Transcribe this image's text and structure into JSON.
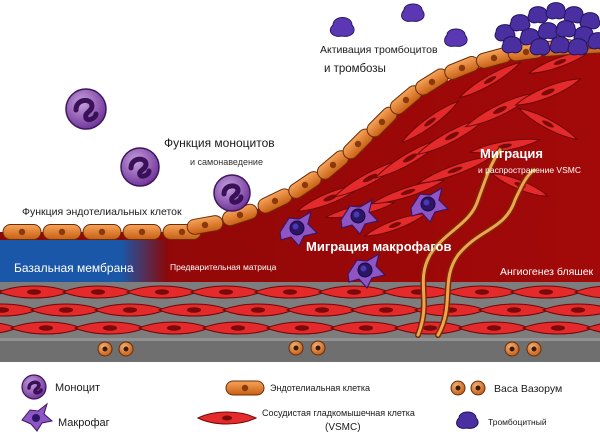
{
  "labels": {
    "platelet_activation_line1": "Активация тромбоцитов",
    "platelet_activation_line2": "и тромбозы",
    "monocyte_function_line1": "Функция моноцитов",
    "monocyte_function_line2": "и самонаведение",
    "endothelial_function": "Функция эндотелиальных клеток",
    "basal_membrane": "Базальная мембрана",
    "provisional_matrix": "Предварительная матрица",
    "macrophage_migration": "Миграция макрофагов",
    "migration_title": "Миграция",
    "migration_sub": "и распространение VSMC",
    "angiogenesis": "Ангиогенез бляшек"
  },
  "legend": {
    "monocyte": "Моноцит",
    "macrophage": "Макрофаг",
    "endothelial_cell": "Эндотелиальная клетка",
    "vsmc_line1": "Сосудистая гладкомышечная клетка",
    "vsmc_line2": "(VSMC)",
    "vasa_vasorum": "Васа Вазорум",
    "platelet": "Тромбоцитный"
  },
  "colors": {
    "plaque_dark": "#8c0707",
    "plaque_red": "#a80a0a",
    "basal_blue": "#1b57a8",
    "endothelial_orange": "#e47c27",
    "vsmc_red": "#e42a2a",
    "monocyte_purple": "#7b3aa3",
    "platelet_indigo": "#3f2d8f",
    "media_gray": "#7d7d7d"
  }
}
